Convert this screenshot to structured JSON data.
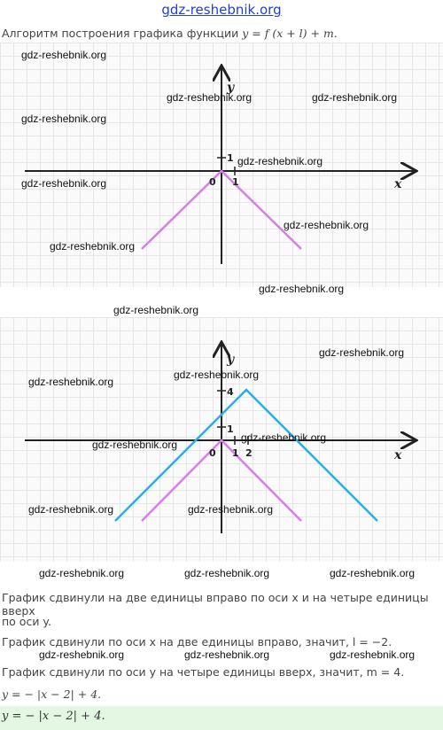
{
  "site_title": "gdz-reshebnik.org",
  "heading": {
    "text": "Алгоритм построения графика функции ",
    "formula": "y = f (x + l) + m."
  },
  "graph1": {
    "axis_x": "x",
    "axis_y": "y",
    "origin": "0",
    "tick_x": "1",
    "tick_y": "1"
  },
  "graph2": {
    "axis_x": "x",
    "axis_y": "y",
    "origin": "0",
    "tick_x1": "1",
    "tick_x2": "2",
    "tick_y1": "1",
    "tick_y4": "4"
  },
  "watermark": "gdz-reshebnik.org",
  "text": {
    "line1": "График сдвинули на две единицы вправо по оси x и на четыре единицы вверх",
    "line2": "по оси y.",
    "line3": "График сдвинули по оси x на две единицы вправо, значит, l = −2.",
    "line4": "График сдвинули по оси y на четыре единицы вверх, значит, m = 4.",
    "line5": "y = − |x − 2| + 4.",
    "answer": "y = − |x − 2| + 4."
  },
  "colors": {
    "base_graph": "#d77ee8",
    "shifted_graph": "#29aee3",
    "axis": "#222222",
    "link": "#1f3fd6",
    "answer_bg": "#e3f7e3"
  }
}
